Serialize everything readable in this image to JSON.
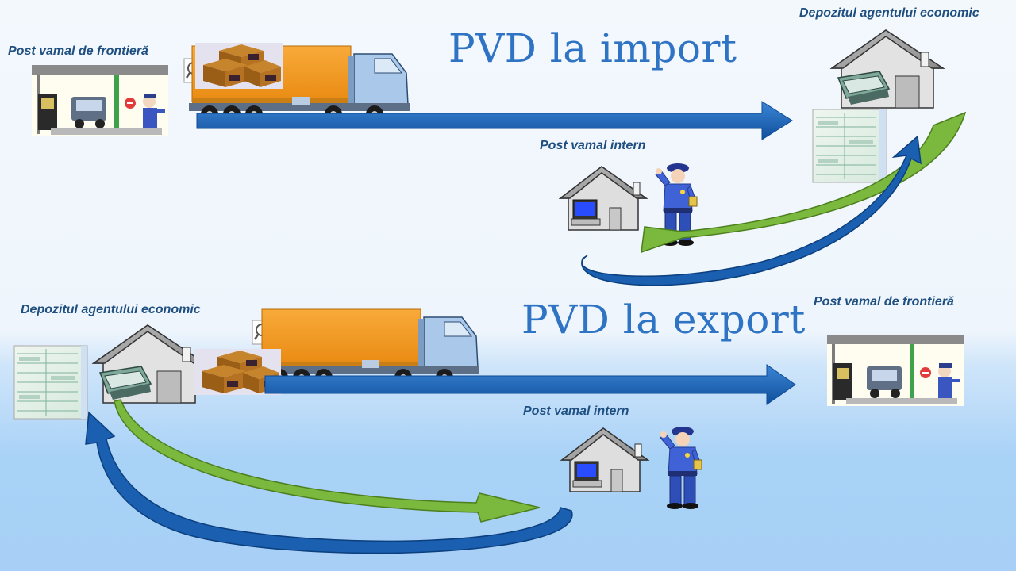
{
  "slide": {
    "import": {
      "title": "PVD la import",
      "origin_label": "Post vamal de frontieră",
      "destination_label": "Depozitul agentului economic",
      "customs_label": "Post vamal intern"
    },
    "export": {
      "title": "PVD la export",
      "origin_label": "Depozitul agentului economic",
      "destination_label": "Post vamal de frontieră",
      "customs_label": "Post vamal intern"
    },
    "colors": {
      "title": "#2f74c4",
      "label": "#1f4f80",
      "flow_arrow": "#1a63b8",
      "return_arrow_green": "#7ab83e",
      "truck_cargo": "#f59c22",
      "cab": "#a9c8ea"
    },
    "icons": [
      "border-post-icon",
      "truck-icon",
      "cargo-boxes-icon",
      "warehouse-icon",
      "customs-house-icon",
      "customs-officer-icon",
      "declaration-form-icon",
      "computer-icon"
    ]
  }
}
